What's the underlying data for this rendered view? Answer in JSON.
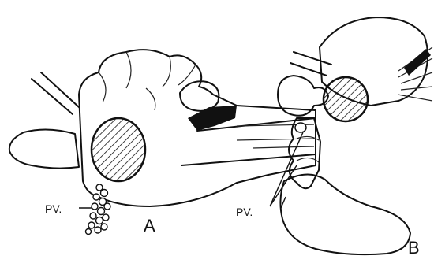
{
  "figure": {
    "panel_a": {
      "letter": "A",
      "callout": "PV."
    },
    "panel_b": {
      "letter": "B",
      "callout": "PV."
    }
  }
}
